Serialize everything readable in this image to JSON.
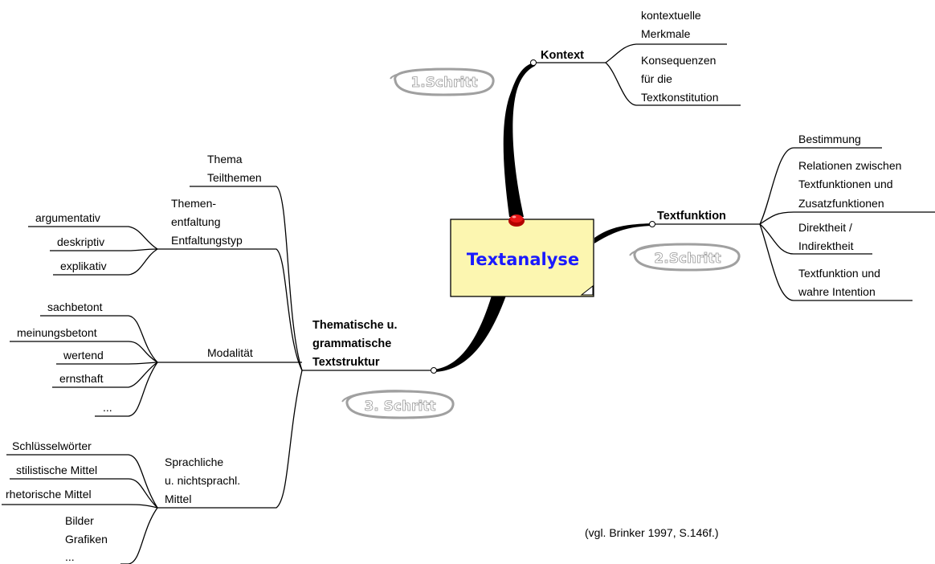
{
  "center": {
    "label": "Textanalyse"
  },
  "branches": {
    "kontext": {
      "label": "Kontext",
      "children": [
        "kontextuelle",
        "Merkmale",
        "Konsequenzen",
        "für die",
        "Textkonstitution"
      ]
    },
    "textfunktion": {
      "label": "Textfunktion",
      "children": [
        "Bestimmung",
        "Relationen zwischen",
        "Textfunktionen und",
        "Zusatzfunktionen",
        "Direktheit  /",
        "Indirektheit",
        "Textfunktion und",
        "wahre Intention"
      ]
    },
    "thematisch": {
      "label_lines": [
        "Thematische u.",
        "grammatische",
        "Textstruktur"
      ],
      "thema": [
        "Thema",
        "Teilthemen"
      ],
      "entfaltung": [
        "Themen-",
        "entfaltung",
        "Entfaltungstyp"
      ],
      "entfaltung_children": [
        "argumentativ",
        "deskriptiv",
        "explikativ"
      ],
      "modalitaet": "Modalität",
      "modalitaet_children": [
        "sachbetont",
        "meinungsbetont",
        "wertend",
        "ernsthaft",
        "..."
      ],
      "mittel": [
        "Sprachliche",
        "u. nichtsprachl.",
        "Mittel"
      ],
      "mittel_children": [
        "Schlüsselwörter",
        "stilistische Mittel",
        "rhetorische Mittel",
        "Bilder",
        "Grafiken",
        "..."
      ]
    }
  },
  "steps": [
    "1.Schritt",
    "2.Schritt",
    "3. Schritt"
  ],
  "citation": "(vgl. Brinker 1997, S.146f.)",
  "colors": {
    "center_fill": "#fcf6b0",
    "center_text": "#1a1aff",
    "pin": "#d40000",
    "step_outline": "#a0a0a0"
  }
}
